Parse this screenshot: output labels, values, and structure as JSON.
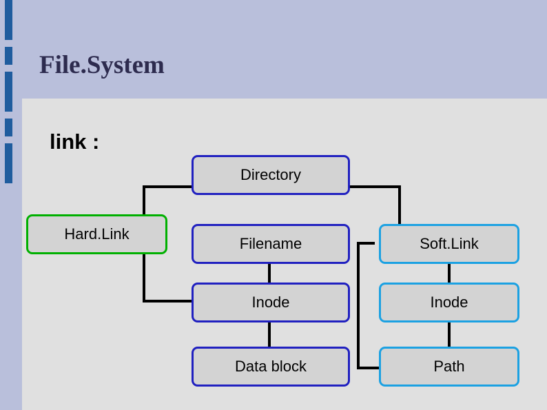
{
  "slide": {
    "title": "File.System",
    "section_label": "link :",
    "background_color": "#b9bfdb",
    "panel_color": "#e0e0e0",
    "accent_bar_color": "#1f5c9e"
  },
  "diagram": {
    "type": "flowchart",
    "nodes": [
      {
        "id": "directory",
        "label": "Directory",
        "border_color": "#2020c0",
        "fill": "#d3d3d3"
      },
      {
        "id": "hardlink",
        "label": "Hard.Link",
        "border_color": "#00b000",
        "fill": "#d3d3d3"
      },
      {
        "id": "filename",
        "label": "Filename",
        "border_color": "#2020c0",
        "fill": "#d3d3d3"
      },
      {
        "id": "softlink",
        "label": "Soft.Link",
        "border_color": "#1ba1e2",
        "fill": "#d3d3d3"
      },
      {
        "id": "inode-mid",
        "label": "Inode",
        "border_color": "#2020c0",
        "fill": "#d3d3d3"
      },
      {
        "id": "inode-right",
        "label": "Inode",
        "border_color": "#1ba1e2",
        "fill": "#d3d3d3"
      },
      {
        "id": "datablock",
        "label": "Data block",
        "border_color": "#2020c0",
        "fill": "#d3d3d3"
      },
      {
        "id": "path",
        "label": "Path",
        "border_color": "#1ba1e2",
        "fill": "#d3d3d3"
      }
    ],
    "edges": [
      {
        "from": "directory",
        "to": "hardlink",
        "style": "elbow-left-arrow"
      },
      {
        "from": "directory",
        "to": "filename",
        "style": "elbow-left-arrow"
      },
      {
        "from": "directory",
        "to": "softlink",
        "style": "elbow-right-down-arrow"
      },
      {
        "from": "filename",
        "to": "inode-mid",
        "style": "straight-down-arrow"
      },
      {
        "from": "inode-mid",
        "to": "datablock",
        "style": "straight-down-arrow"
      },
      {
        "from": "softlink",
        "to": "inode-right",
        "style": "straight-down-arrow"
      },
      {
        "from": "inode-right",
        "to": "path",
        "style": "straight-down-arrow"
      },
      {
        "from": "path",
        "to": "filename",
        "style": "elbow-left-up-arrow"
      }
    ]
  }
}
